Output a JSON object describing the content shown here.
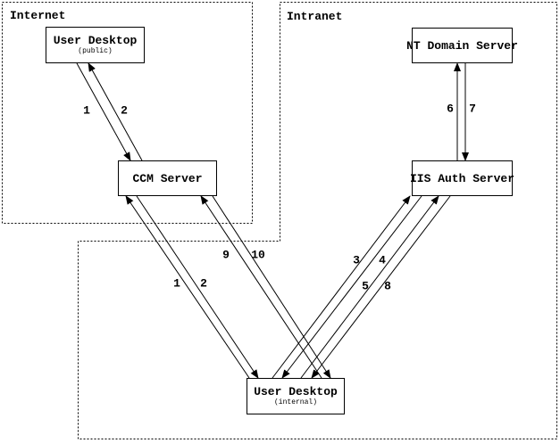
{
  "diagram": {
    "regions": {
      "internet": {
        "label": "Internet"
      },
      "intranet": {
        "label": "Intranet"
      }
    },
    "nodes": {
      "user_desktop_public": {
        "title": "User Desktop",
        "subtitle": "(public)"
      },
      "ccm_server": {
        "title": "CCM Server"
      },
      "nt_domain_server": {
        "title": "NT Domain Server"
      },
      "iis_auth_server": {
        "title": "IIS Auth Server"
      },
      "user_desktop_internal": {
        "title": "User Desktop",
        "subtitle": "(internal)"
      }
    },
    "arrows": [
      {
        "label": "1",
        "from": "user_desktop_public",
        "to": "ccm_server"
      },
      {
        "label": "2",
        "from": "ccm_server",
        "to": "user_desktop_public"
      },
      {
        "label": "1",
        "from": "user_desktop_internal",
        "to": "ccm_server"
      },
      {
        "label": "2",
        "from": "ccm_server",
        "to": "user_desktop_internal"
      },
      {
        "label": "3",
        "from": "user_desktop_internal",
        "to": "iis_auth_server"
      },
      {
        "label": "4",
        "from": "iis_auth_server",
        "to": "user_desktop_internal"
      },
      {
        "label": "5",
        "from": "user_desktop_internal",
        "to": "iis_auth_server"
      },
      {
        "label": "6",
        "from": "iis_auth_server",
        "to": "nt_domain_server"
      },
      {
        "label": "7",
        "from": "nt_domain_server",
        "to": "iis_auth_server"
      },
      {
        "label": "8",
        "from": "iis_auth_server",
        "to": "user_desktop_internal"
      },
      {
        "label": "9",
        "from": "user_desktop_internal",
        "to": "ccm_server"
      },
      {
        "label": "10",
        "from": "ccm_server",
        "to": "user_desktop_internal"
      }
    ],
    "colors": {
      "line": "#000000",
      "background": "#ffffff"
    }
  }
}
